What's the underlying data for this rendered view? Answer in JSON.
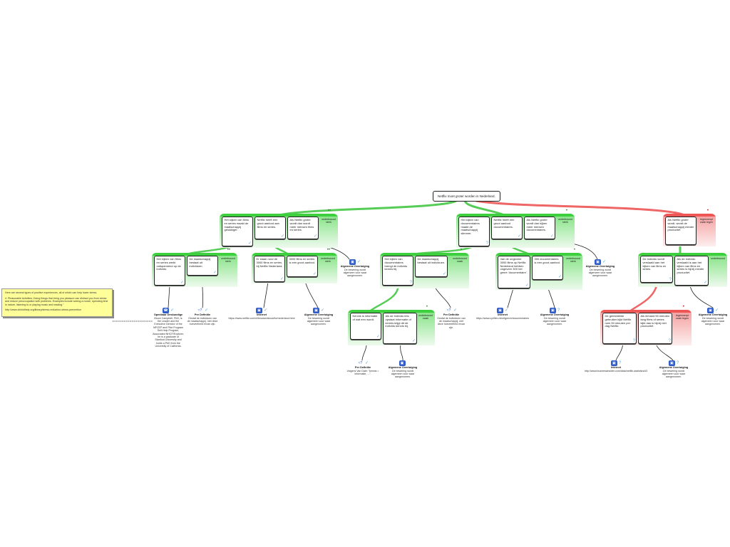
{
  "root": {
    "text": "Netflix moet groter worden in Nederland."
  },
  "note": {
    "p1": "Here are several types of positive experiences, all of which can help lower stress.",
    "p2": "4. Pleasurable Activities: Doing things that bring you pleasure can distract you from stress and reduce preoccupation with problems. Examples include seeing a movie, spending time in nature, listening to or playing music and reading.\"",
    "p3": "http://www.cfchildhelp.org/library/stress-reduction-stress-prevention"
  },
  "groups": [
    {
      "id": "g1",
      "tag": "onderbouwd sterk",
      "dots": "••",
      "claims": [
        {
          "text": "Het kijken van films en series maakt de maatschappij gelukkiger.",
          "mark": "✓"
        },
        {
          "text": "Netflix heeft een groot aanbod aan films en series.",
          "mark": "✓"
        },
        {
          "text": "Als Netflix groter wordt dan wordt meer mensen films en series.",
          "mark": "✓"
        }
      ]
    },
    {
      "id": "g2",
      "tag": "onderbouwd sterk",
      "dots": "•",
      "claims": [
        {
          "text": "Het kijken van documentaires maakt de maatschappij slimmer.",
          "mark": "?"
        },
        {
          "text": "Netflix heeft een groot aanbod documentaires.",
          "mark": "✓"
        },
        {
          "text": "Als Netflix groter wordt dan kijken meer mensen documentaires.",
          "mark": "✓"
        }
      ]
    },
    {
      "id": "g3",
      "tag": "tegenwerpt zwak tegen",
      "dots": "•",
      "claims": [
        {
          "text": "Als Netflix groter wordt, wordt de maatschappij minder productief.",
          "mark": ""
        }
      ]
    },
    {
      "id": "g4",
      "tag": "onderbouwd sterk",
      "dots": "••",
      "claims": [
        {
          "text": "Het kijken van films en series werkt ontspannend op de individu.",
          "mark": "✓"
        },
        {
          "text": "De maatschappij bestaat uit individuen.",
          "mark": "✓"
        }
      ]
    },
    {
      "id": "g5",
      "tag": "onderbouwd sterk",
      "dots": "••",
      "claims": [
        {
          "text": "Er staan rond de 3000 films en series bij Netflix Nederland.",
          "mark": "✓"
        },
        {
          "text": "3000 films en series is een groot aanbod.",
          "mark": "✓"
        }
      ]
    },
    {
      "id": "g6",
      "tag": "onderbouwd zwak",
      "dots": "•",
      "claims": [
        {
          "text": "Het kijken van documentaires brengt de individu kennis bij.",
          "mark": "?"
        },
        {
          "text": "De maatschappij bestaat uit individuen.",
          "mark": "✓"
        }
      ]
    },
    {
      "id": "g7",
      "tag": "onderbouwd sterk",
      "dots": "•",
      "claims": [
        {
          "text": "Van de ongeveer 3000 films op Netflix Nederland hebben ongeveer 300 het genre 'documentaire'.",
          "mark": "✓"
        },
        {
          "text": "300 documentaires is een groot aanbod.",
          "mark": "✓"
        }
      ]
    },
    {
      "id": "g8",
      "tag": "onderbouwd",
      "dots": "",
      "claims": [
        {
          "text": "De individu wordt verslaafd aan het kijken van films en series.",
          "mark": "?"
        },
        {
          "text": "Als de individu verslaafd is aan het kijken van films en series is hij/zij minder productief.",
          "mark": "✓"
        }
      ]
    },
    {
      "id": "g9",
      "tag": "onderbouwd zwak",
      "dots": "•",
      "claims": [
        {
          "text": "Kennis is informatie of wat een wordt.",
          "mark": "✓"
        },
        {
          "text": "Als de individu iets opstaat informatie of kennis krijgt dit de individu kennis bij.",
          "mark": "✓"
        }
      ]
    },
    {
      "id": "g10",
      "tag": "tegenwerpt zwak tegen",
      "dots": "•",
      "claims": [
        {
          "text": "De gemiddelde gebruiker kijkt Netflix ruim 50 minuten per dag Netflix.",
          "mark": "?"
        },
        {
          "text": "Als iemand 50 minuten lang films of series kijkt dan is hij/zij niet productief.",
          "mark": "?"
        }
      ]
    }
  ],
  "sources": [
    {
      "id": "s1",
      "icon": "☎",
      "type": "Openbaar Deskundige",
      "text": "Bruce Campbell, PhD, is the Leader and the Executive Director of the NPCEP and Pilot Program Self-Help Program, Associated NHCF/Explorer, he is a graduate of Stanford University and holds a PhD from the University of California.",
      "mark": "✓"
    },
    {
      "id": "s2",
      "icon": "≈?",
      "type": "Per Definitie",
      "text": "Omdat de individuen van de maatschappij, niet deze hoeveelheid ervan zijn.",
      "mark": "✓"
    },
    {
      "id": "s3",
      "icon": "▣",
      "type": "Algemene Overtuiging",
      "text": "De bewering wordt algemeen voor waar aangenomen.",
      "mark": "✓"
    },
    {
      "id": "s4",
      "icon": "▣",
      "type": "Internet",
      "text": "https://www.netflix.com/nl/browse/about/for/nederland.html",
      "mark": "✓"
    },
    {
      "id": "s5",
      "icon": "▣",
      "type": "Algemene Overtuiging",
      "text": "De bewering wordt algemeen voor waar aangenomen.",
      "mark": "✓"
    },
    {
      "id": "s6",
      "icon": "≈?",
      "type": "Per Definitie",
      "text": "Omdat de individuen van de maatschappij, niet deze hoeveelheid ervan zijn.",
      "mark": "✓"
    },
    {
      "id": "s7",
      "icon": "▣",
      "type": "Algemene Overtuiging",
      "text": "De bewering wordt algemeen voor waar aangenomen.",
      "mark": "✓"
    },
    {
      "id": "s8",
      "icon": "▣",
      "type": "Internet",
      "text": "https://www.cyrifilm.nl/netgenre/documentaires",
      "mark": "✓"
    },
    {
      "id": "s9",
      "icon": "▣",
      "type": "Algemene Overtuiging",
      "text": "De bewering wordt algemeen voor waar aangenomen.",
      "mark": "?"
    },
    {
      "id": "s10",
      "icon": "▣",
      "type": "Algemene Overtuiging",
      "text": "De bewering wordt algemeen voor waar aangenomen.",
      "mark": "✓"
    },
    {
      "id": "s11",
      "icon": "≈?",
      "type": "Per Definitie",
      "text": "Volgens Van Dale: \"kennis = informatie, ...\".",
      "mark": "✓"
    },
    {
      "id": "s12",
      "icon": "▣",
      "type": "Algemene Overtuiging",
      "text": "De bewering wordt algemeen voor waar aangenomen.",
      "mark": ""
    },
    {
      "id": "s13",
      "icon": "▣",
      "type": "Internet",
      "text": "http://www.businessinsider.com/data/netflix-statistics/#3",
      "mark": "?"
    },
    {
      "id": "s14",
      "icon": "▣",
      "type": "Algemene Overtuiging",
      "text": "De bewering wordt algemeen voor waar aangenomen.",
      "mark": "?"
    }
  ]
}
